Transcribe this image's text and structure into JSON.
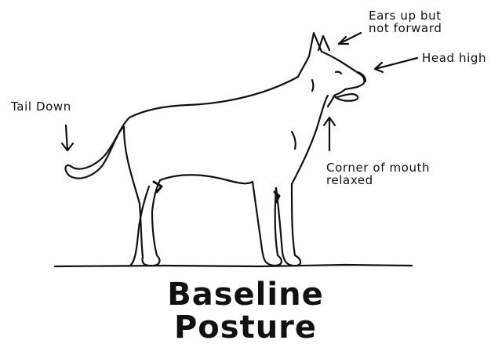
{
  "annotations": {
    "ears": [
      "Ears up but",
      "not forward"
    ],
    "head": "Head high",
    "tail": "Tail Down",
    "mouth": [
      "Corner of mouth",
      "relaxed"
    ]
  },
  "caption": [
    "Baseline",
    "Posture"
  ],
  "colors": {
    "ink": "#111111",
    "background": "#ffffff"
  }
}
